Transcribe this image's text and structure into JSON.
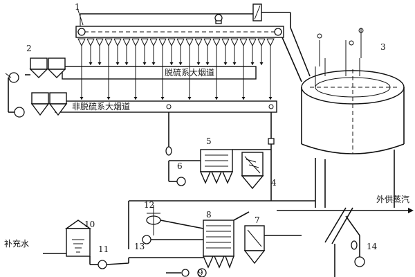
{
  "labels": {
    "n1": "1",
    "n2": "2",
    "n3": "3",
    "n4": "4",
    "n5": "5",
    "n6": "6",
    "n7": "7",
    "n8": "8",
    "n9": "9",
    "n10": "10",
    "n11": "11",
    "n12": "12",
    "n13": "13",
    "n14": "14",
    "duct_desulf": "脱硫系大烟道",
    "duct_nondesulf": "非脱硫系大烟道",
    "makeup_water": "补充水",
    "steam_supply": "外供蒸汽"
  }
}
